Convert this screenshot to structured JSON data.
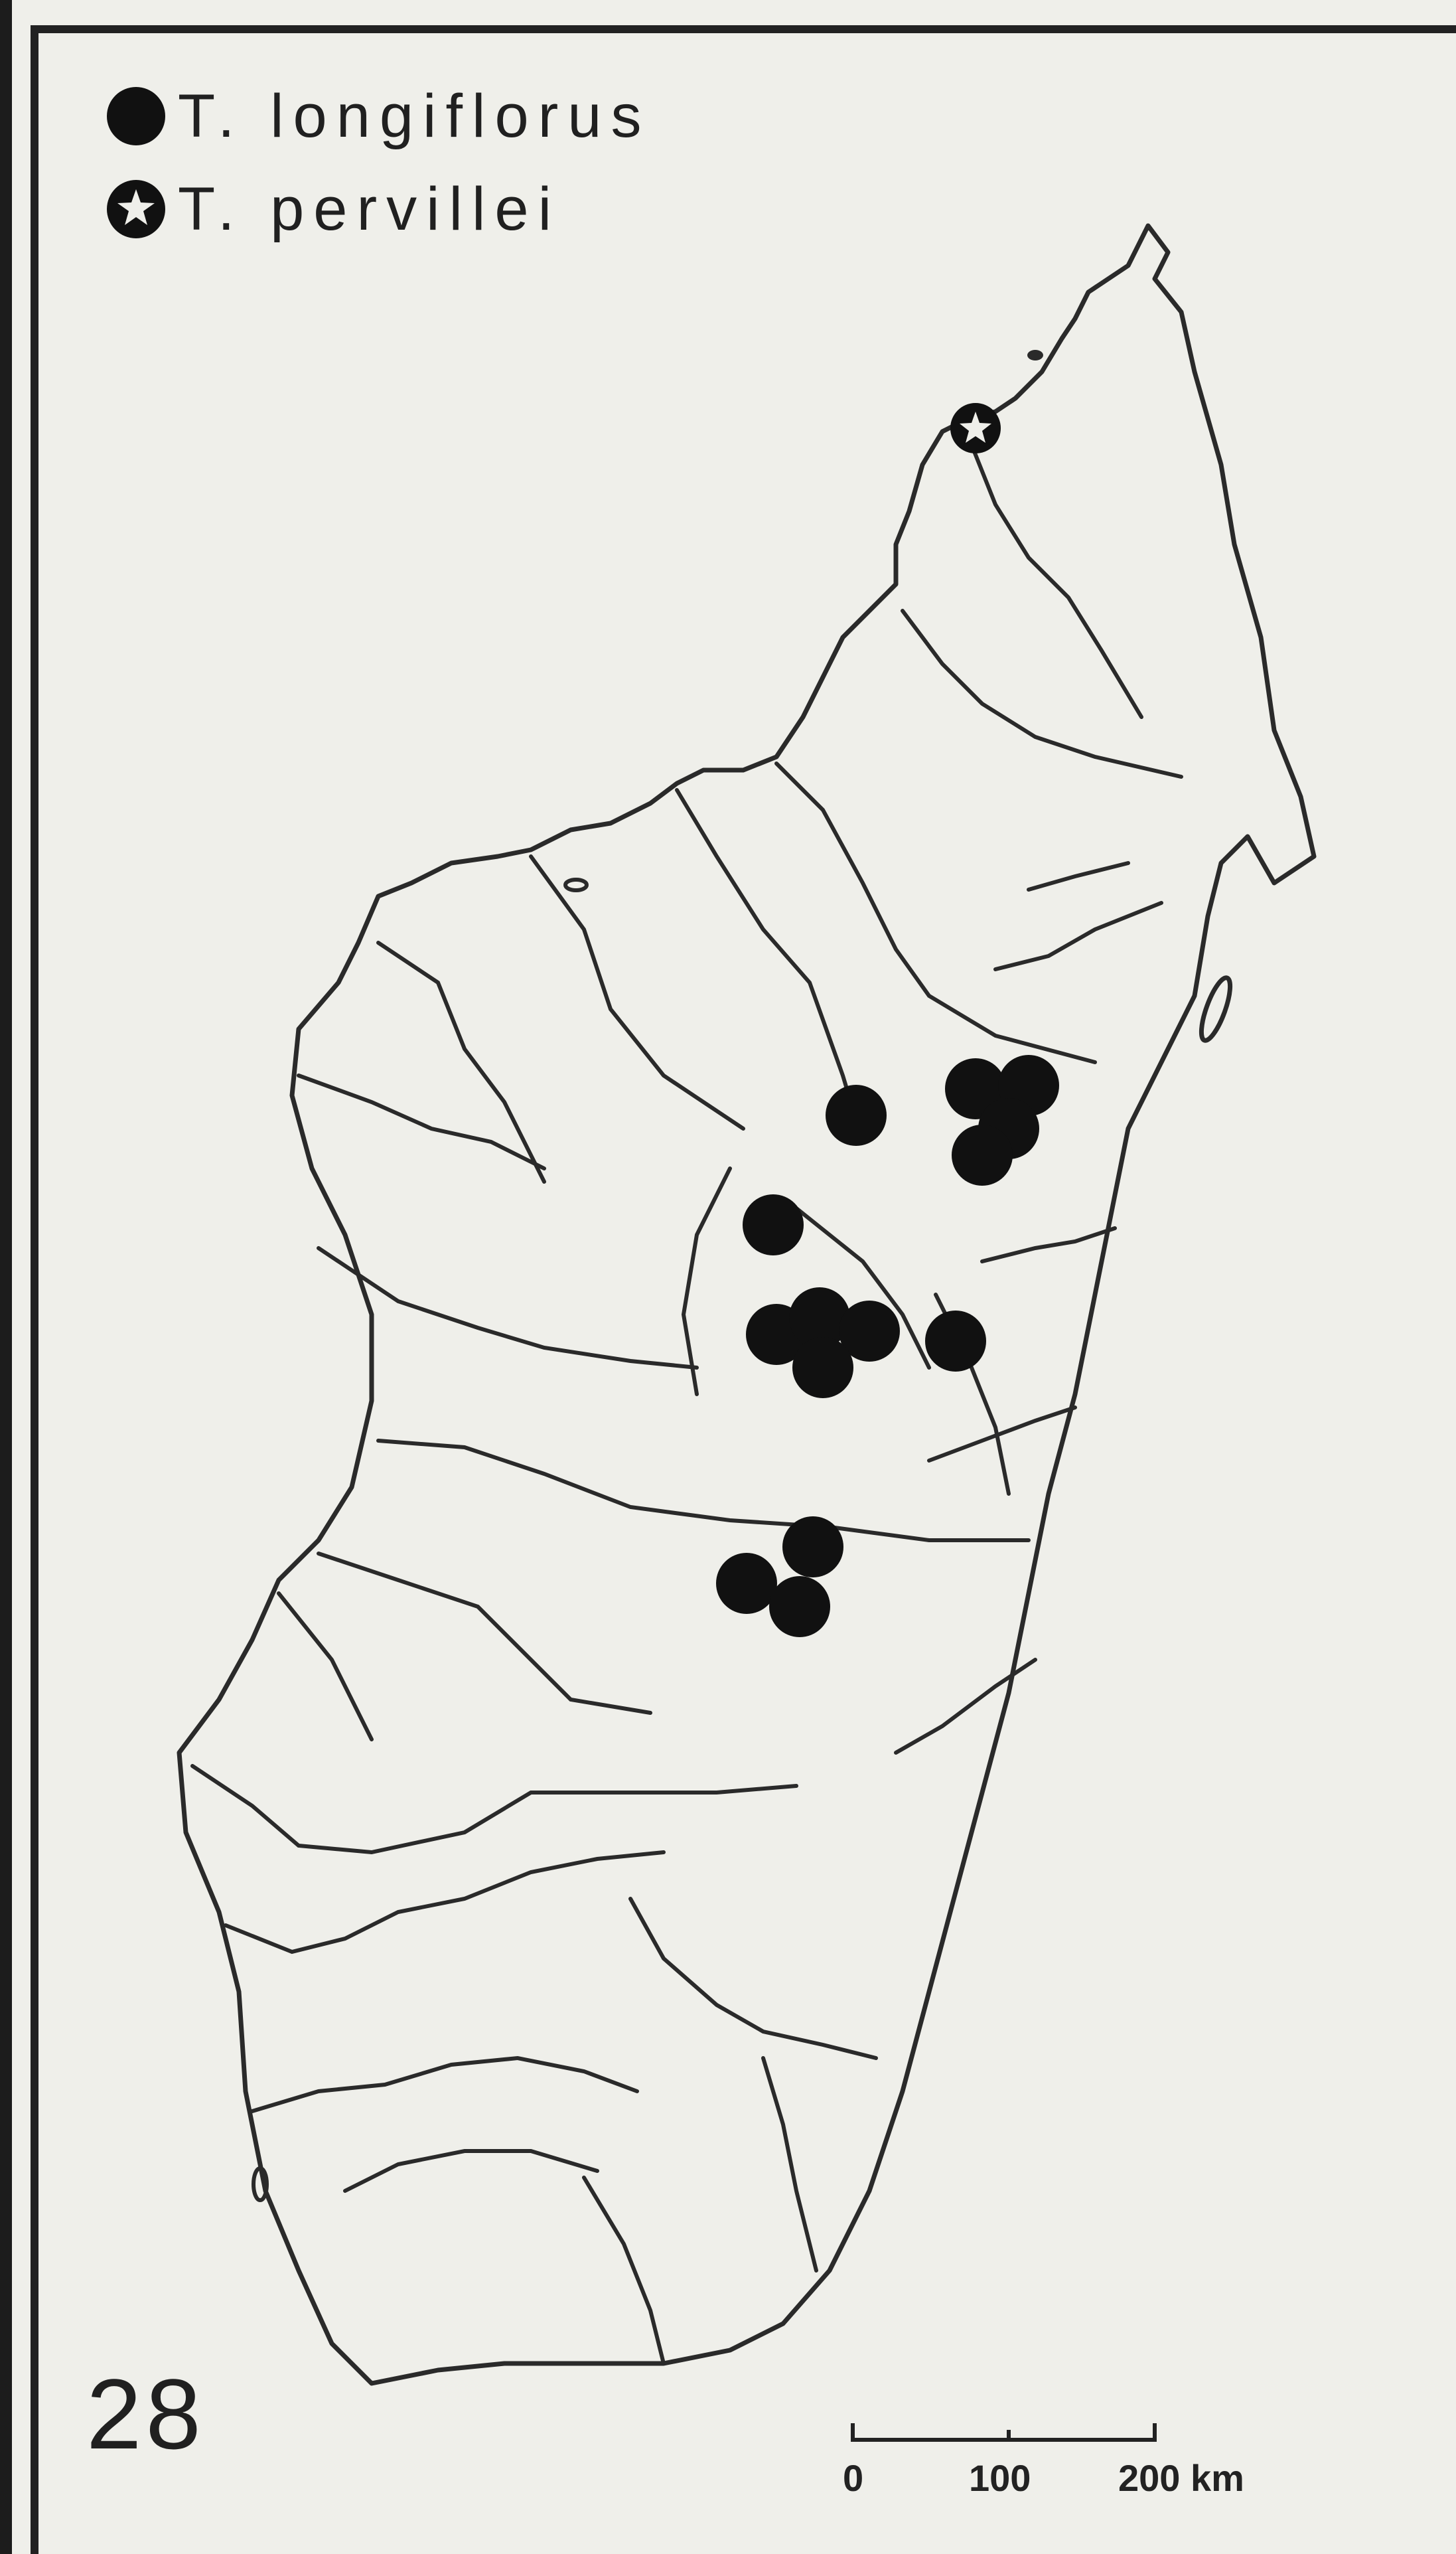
{
  "legend": {
    "items": [
      {
        "symbol": "filled-circle",
        "label": "T. longiflorus"
      },
      {
        "symbol": "circle-with-star",
        "label": "T. pervillei"
      }
    ]
  },
  "plate": {
    "number": "28"
  },
  "scale_bar": {
    "ticks": [
      "0",
      "100",
      "200 km"
    ]
  },
  "colors": {
    "ink": "#1a1a1a",
    "paper": "#efefea",
    "marker": "#111111"
  }
}
